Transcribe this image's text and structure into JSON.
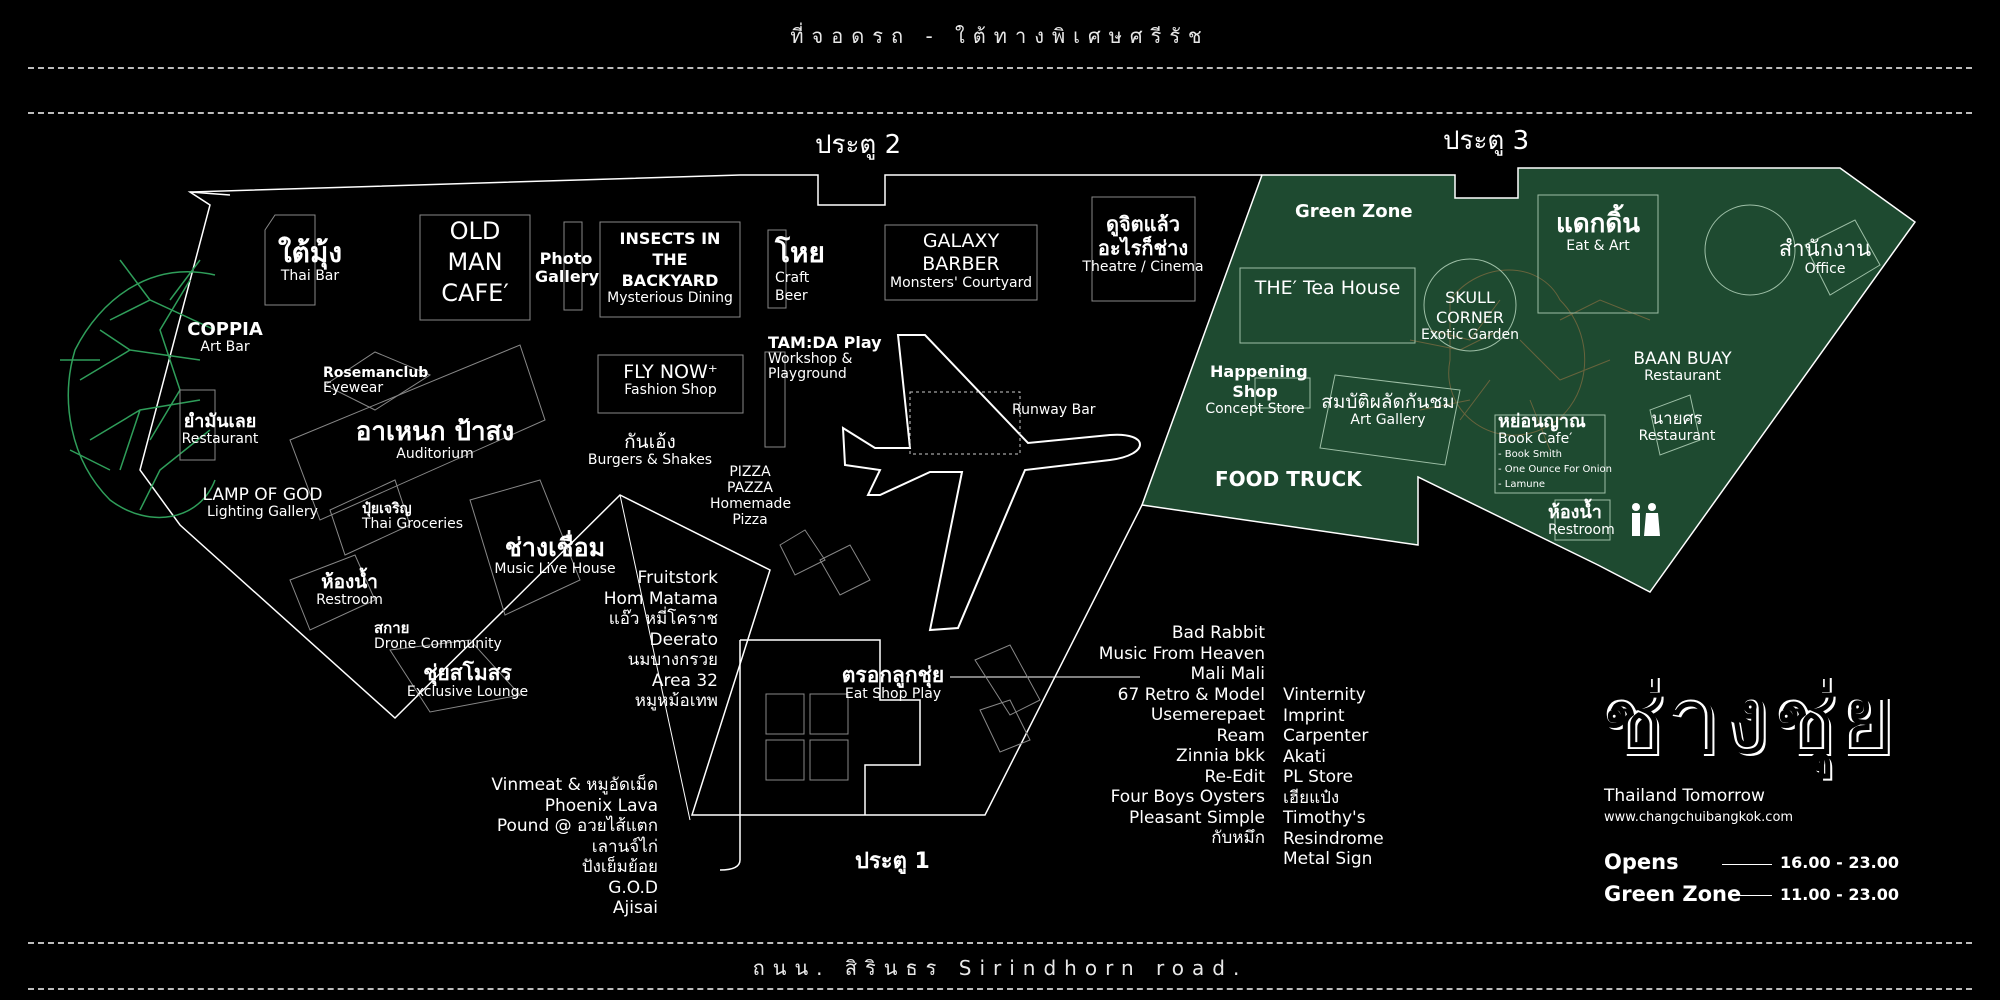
{
  "header": {
    "top_text": "ที่จอดรถ - ใต้ทางพิเศษศรีรัช",
    "bottom_text": "ถนน. สิรินธร    Sirindhorn road."
  },
  "gates": {
    "gate1": "ประตู 1",
    "gate2": "ประตู 2",
    "gate3": "ประตู 3"
  },
  "zones": {
    "tai_mung": {
      "name": "ใต้มุ้ง",
      "sub": "Thai Bar"
    },
    "coppia": {
      "name": "COPPIA",
      "sub": "Art Bar"
    },
    "old_man_cafe": {
      "name": "OLD MAN CAFE′"
    },
    "photo_gallery": {
      "name": "Photo Gallery"
    },
    "insects": {
      "name": "INSECTS IN THE BACKYARD",
      "sub": "Mysterious Dining"
    },
    "hoy": {
      "name": "โหย",
      "sub": "Craft Beer"
    },
    "galaxy": {
      "name": "GALAXY BARBER",
      "sub": "Monsters' Courtyard"
    },
    "theatre": {
      "name": "ดูจิตแล้ว อะไรก็ช่าง",
      "sub": "Theatre / Cinema"
    },
    "rosemanclub": {
      "name": "Rosemanclub",
      "sub": "Eyewear"
    },
    "ya_man_loei": {
      "name": "ยำมันเลย",
      "sub": "Restaurant"
    },
    "auditorium": {
      "name": "อาเหนก ป้าสง",
      "sub": "Auditorium"
    },
    "fly_now": {
      "name": "FLY NOW⁺",
      "sub": "Fashion Shop"
    },
    "tamda": {
      "name": "TAM:DA Play",
      "sub": "Workshop & Playground"
    },
    "kan_eng": {
      "name": "กันเอ้ง",
      "sub": "Burgers & Shakes"
    },
    "runway": {
      "name": "Runway Bar"
    },
    "lamp": {
      "name": "LAMP OF GOD",
      "sub": "Lighting Gallery"
    },
    "pui_jaroen": {
      "name": "ปุ๋ยเจริญ",
      "sub": "Thai Groceries"
    },
    "pizza": {
      "name": "PIZZA PAZZA",
      "sub": "Homemade Pizza"
    },
    "chang_chueam": {
      "name": "ช่างเชื่อม",
      "sub": "Music Live House"
    },
    "restroom_left": {
      "name": "ห้องน้ำ",
      "sub": "Restroom"
    },
    "drone": {
      "name": "สกาย",
      "sub": "Drone Community"
    },
    "lounge": {
      "name": "ชุ่ยสโมสร",
      "sub": "Exclusive Lounge"
    },
    "trok": {
      "name": "ตรอกลูกชุ่ย",
      "sub": "Eat Shop Play"
    },
    "green_zone": {
      "name": "Green Zone"
    },
    "tea_house": {
      "name": "THE′ Tea House"
    },
    "skull": {
      "name": "SKULL CORNER",
      "sub": "Exotic Garden"
    },
    "daek_din": {
      "name": "แดกดิ้น",
      "sub": "Eat & Art"
    },
    "office": {
      "name": "สำนักงาน",
      "sub": "Office"
    },
    "happening": {
      "name": "Happening Shop",
      "sub": "Concept Store"
    },
    "art_gallery": {
      "name": "สมบัติผลัดกันชม",
      "sub": "Art Gallery"
    },
    "baan_buay": {
      "name": "BAAN BUAY",
      "sub": "Restaurant"
    },
    "nai_son": {
      "name": "นายศร",
      "sub": "Restaurant"
    },
    "food_truck": {
      "name": "FOOD TRUCK"
    },
    "book_cafe": {
      "name": "หย่อนญาณ",
      "sub": "Book Cafe′",
      "items": [
        "- Book Smith",
        "- One Ounce For Onion",
        "- Lamune"
      ]
    },
    "restroom_right": {
      "name": "ห้องน้ำ",
      "sub": "Restroom"
    }
  },
  "lists": {
    "center": [
      "Fruitstork",
      "Hom Matama",
      "แอ๊ว หมี่โคราช",
      "Deerato",
      "นมบางกรวย",
      "Area 32",
      "หมูหม้อเทพ"
    ],
    "bottom_left": [
      "Vinmeat & หมูอัดเม็ด",
      "Phoenix Lava",
      "Pound @ อวยไส้แตก",
      "เลานจ์ไก่",
      "ปังเย็มย้อย",
      "G.O.D",
      "Ajisai"
    ],
    "right1": [
      "Bad Rabbit",
      "Music From Heaven",
      "Mali Mali",
      "67 Retro & Model",
      "Usemerepaet",
      "Ream",
      "Zinnia bkk",
      "Re-Edit",
      "Four Boys Oysters",
      "Pleasant Simple",
      "กับหมึก"
    ],
    "right2": [
      "Vinternity",
      "Imprint",
      "Carpenter",
      "Akati",
      "PL Store",
      "เฮียแป๋ง",
      "Timothy's",
      "Resindrome",
      "Metal Sign"
    ]
  },
  "brand": {
    "logo": "ช่างชุ่ย",
    "tagline": "Thailand Tomorrow",
    "url": "www.changchuibangkok.com",
    "hours": [
      {
        "label": "Opens",
        "time": "16.00  -  23.00"
      },
      {
        "label": "Green Zone",
        "time": "11.00  -  23.00"
      }
    ]
  },
  "colors": {
    "green_zone": "#1e4a30",
    "outline": "#ffffff",
    "tree": "#2f9e5a",
    "background": "#000000"
  }
}
